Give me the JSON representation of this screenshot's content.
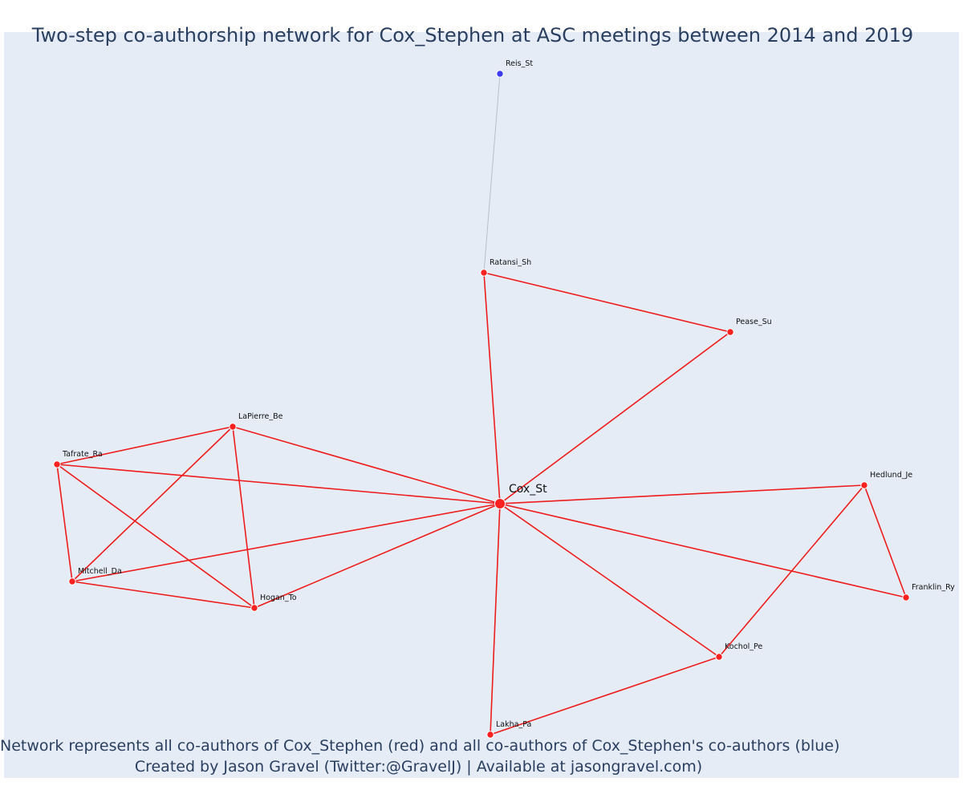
{
  "title": "Two-step co-authorship network for Cox_Stephen at ASC meetings between 2014 and 2019",
  "caption": {
    "line1": "Network represents all co-authors of Cox_Stephen (red) and all co-authors of Cox_Stephen's co-authors (blue)",
    "line2": "Created by Jason Gravel (Twitter:@GravelJ) | Available at jasongravel.com)"
  },
  "colors": {
    "background": "#e5ecf6",
    "coauthor": "#ff2020",
    "second_step": "#3b3bf0",
    "coauthor_edge": "#ee1c1c",
    "second_step_edge": "#b8bfcc",
    "text": "#2a3f5f"
  },
  "nodes": [
    {
      "id": "Cox_St",
      "label": "Cox_St",
      "group": "focal"
    },
    {
      "id": "Reis_St",
      "label": "Reis_St",
      "group": "second_step"
    },
    {
      "id": "Ratansi_Sh",
      "label": "Ratansi_Sh",
      "group": "coauthor"
    },
    {
      "id": "Pease_Su",
      "label": "Pease_Su",
      "group": "coauthor"
    },
    {
      "id": "LaPierre_Be",
      "label": "LaPierre_Be",
      "group": "coauthor"
    },
    {
      "id": "Tafrate_Ra",
      "label": "Tafrate_Ra",
      "group": "coauthor"
    },
    {
      "id": "Mitchell_Da",
      "label": "Mitchell_Da",
      "group": "coauthor"
    },
    {
      "id": "Hogan_To",
      "label": "Hogan_To",
      "group": "coauthor"
    },
    {
      "id": "Hedlund_Je",
      "label": "Hedlund_Je",
      "group": "coauthor"
    },
    {
      "id": "Franklin_Ry",
      "label": "Franklin_Ry",
      "group": "coauthor"
    },
    {
      "id": "Kochol_Pe",
      "label": "Kochol_Pe",
      "group": "coauthor"
    },
    {
      "id": "Lakha_Pa",
      "label": "Lakha_Pa",
      "group": "coauthor"
    }
  ],
  "edges": [
    {
      "source": "Reis_St",
      "target": "Ratansi_Sh",
      "type": "second_step"
    },
    {
      "source": "Ratansi_Sh",
      "target": "Pease_Su",
      "type": "coauthor"
    },
    {
      "source": "Ratansi_Sh",
      "target": "Cox_St",
      "type": "coauthor"
    },
    {
      "source": "Pease_Su",
      "target": "Cox_St",
      "type": "coauthor"
    },
    {
      "source": "LaPierre_Be",
      "target": "Cox_St",
      "type": "coauthor"
    },
    {
      "source": "Tafrate_Ra",
      "target": "Cox_St",
      "type": "coauthor"
    },
    {
      "source": "Mitchell_Da",
      "target": "Cox_St",
      "type": "coauthor"
    },
    {
      "source": "Hogan_To",
      "target": "Cox_St",
      "type": "coauthor"
    },
    {
      "source": "Hedlund_Je",
      "target": "Cox_St",
      "type": "coauthor"
    },
    {
      "source": "Franklin_Ry",
      "target": "Cox_St",
      "type": "coauthor"
    },
    {
      "source": "Kochol_Pe",
      "target": "Cox_St",
      "type": "coauthor"
    },
    {
      "source": "Lakha_Pa",
      "target": "Cox_St",
      "type": "coauthor"
    },
    {
      "source": "Tafrate_Ra",
      "target": "LaPierre_Be",
      "type": "coauthor"
    },
    {
      "source": "Tafrate_Ra",
      "target": "Mitchell_Da",
      "type": "coauthor"
    },
    {
      "source": "Tafrate_Ra",
      "target": "Hogan_To",
      "type": "coauthor"
    },
    {
      "source": "LaPierre_Be",
      "target": "Mitchell_Da",
      "type": "coauthor"
    },
    {
      "source": "LaPierre_Be",
      "target": "Hogan_To",
      "type": "coauthor"
    },
    {
      "source": "Mitchell_Da",
      "target": "Hogan_To",
      "type": "coauthor"
    },
    {
      "source": "Hedlund_Je",
      "target": "Franklin_Ry",
      "type": "coauthor"
    },
    {
      "source": "Hedlund_Je",
      "target": "Kochol_Pe",
      "type": "coauthor"
    },
    {
      "source": "Kochol_Pe",
      "target": "Lakha_Pa",
      "type": "coauthor"
    }
  ]
}
